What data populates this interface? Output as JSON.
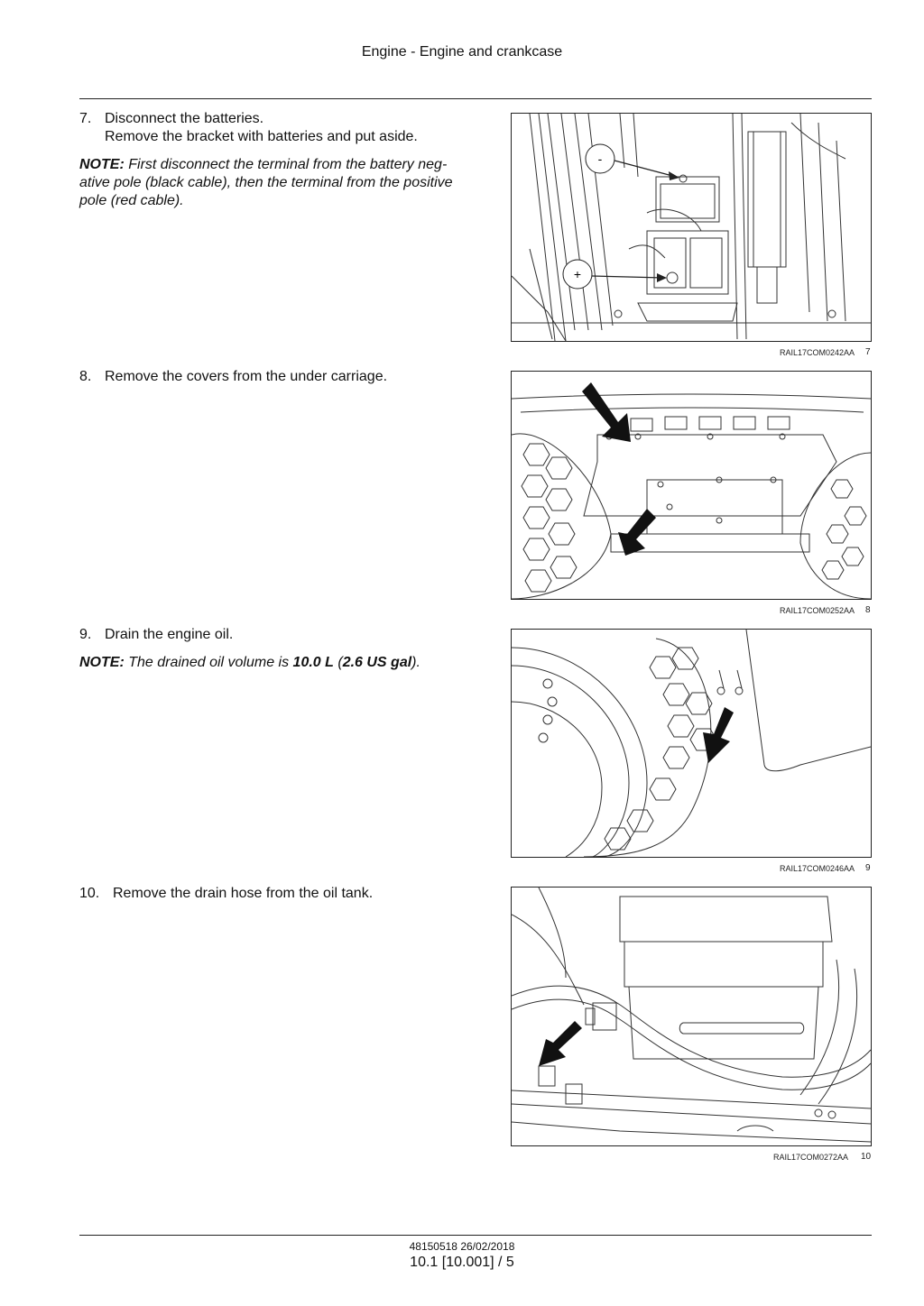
{
  "header": {
    "title": "Engine - Engine and crankcase"
  },
  "steps": [
    {
      "number": "7.",
      "lines": [
        "Disconnect the batteries.",
        "Remove the bracket with batteries and put aside."
      ],
      "note": {
        "label": "NOTE:",
        "lines": [
          "First disconnect the terminal from the battery neg-",
          "ative pole (black cable), then the terminal from the positive",
          "pole (red cable)."
        ]
      },
      "figure": {
        "code": "RAIL17COM0242AA",
        "number": "7",
        "labels": {
          "minus": "-",
          "plus": "+"
        }
      }
    },
    {
      "number": "8.",
      "lines": [
        "Remove the covers from the under carriage."
      ],
      "figure": {
        "code": "RAIL17COM0252AA",
        "number": "8"
      }
    },
    {
      "number": "9.",
      "lines": [
        "Drain the engine oil."
      ],
      "note": {
        "label": "NOTE:",
        "text_before": "The drained oil volume is ",
        "value_metric": "10.0 L",
        "text_mid": " (",
        "value_us": "2.6 US gal",
        "text_after": ")."
      },
      "figure": {
        "code": "RAIL17COM0246AA",
        "number": "9"
      }
    },
    {
      "number": "10.",
      "lines": [
        "Remove the drain hose from the oil tank."
      ],
      "figure": {
        "code": "RAIL17COM0272AA",
        "number": "10"
      }
    }
  ],
  "footer": {
    "doc_code": "48150518 26/02/2018",
    "page": "10.1 [10.001] / 5"
  }
}
